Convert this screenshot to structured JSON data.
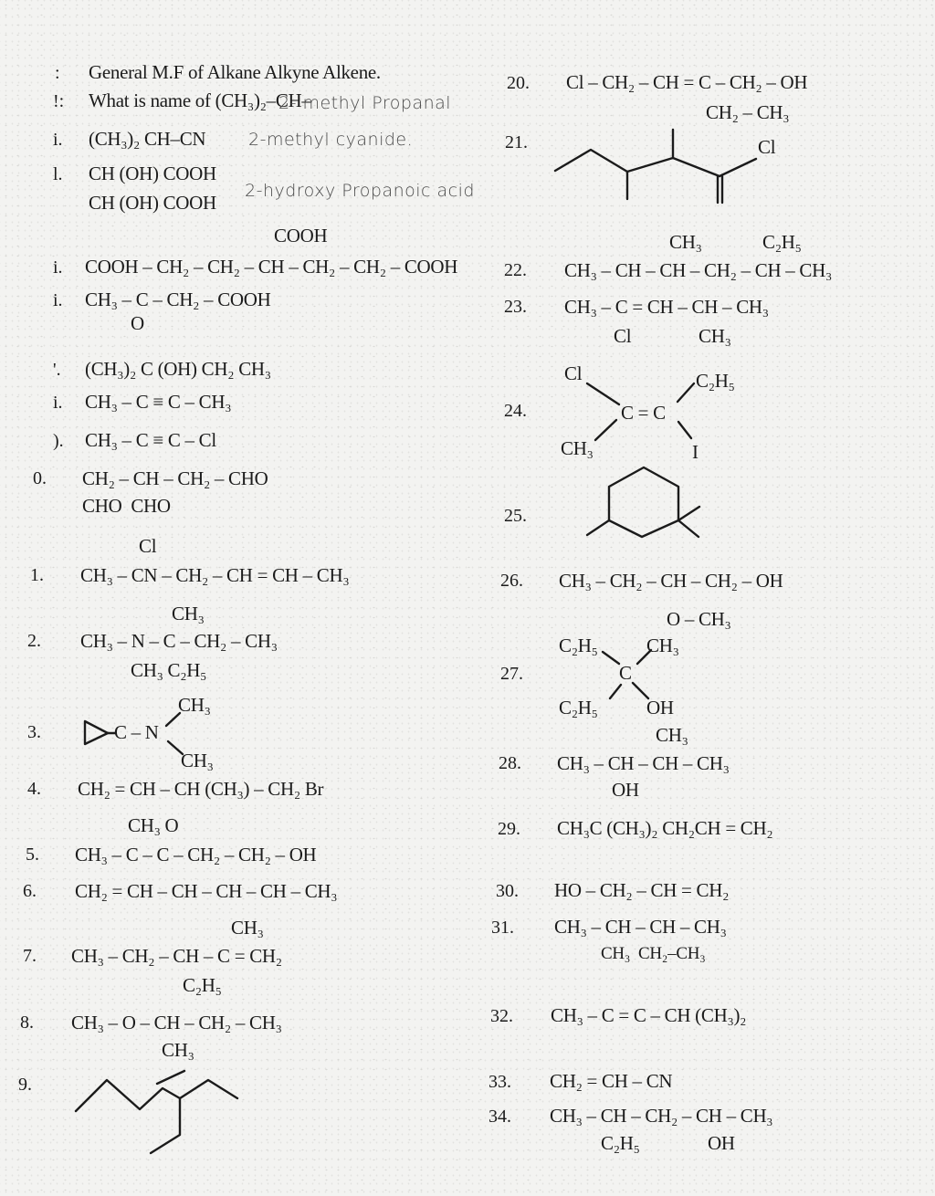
{
  "left": {
    "q_title": {
      "num": ":",
      "text": "General M.F of Alkane Alkyne Alkene."
    },
    "q_name": {
      "num": "!:",
      "text": "What is name of (CH₃)₂–CH–",
      "answer": "2- methyl Propanal"
    },
    "q_cn": {
      "num": "i.",
      "text": "(CH₃)₂ CH–CN",
      "answer": "2-methyl cyanide."
    },
    "q_acid": {
      "num": "l.",
      "line1": "CH (OH) COOH",
      "line2": "CH (OH) COOH",
      "answer": "2-hydroxy Propanoic acid"
    },
    "q_tricarb": {
      "num": "i.",
      "top": "COOH",
      "main": "COOH – CH₂ – CH₂ – CH – CH₂ – CH₂ – COOH"
    },
    "q_keto": {
      "num": "i.",
      "main": "CH₃ – C – CH₂ – COOH",
      "bottom": "O"
    },
    "q_alcohol": {
      "num": "'.",
      "main": "(CH₃)₂ C (OH) CH₂ CH₃"
    },
    "q_butyne": {
      "num": "i.",
      "main": "CH₃ – C ≡ C – CH₃"
    },
    "q_chloro": {
      "num": ").",
      "main": "CH₃ – C ≡ C – Cl"
    },
    "q10": {
      "num": "0.",
      "main": "CH₂ – CH – CH₂ – CHO",
      "bottom": "CHO  CHO"
    },
    "q11": {
      "num": "1.",
      "top": "Cl",
      "main": "CH₃ – CN – CH₂ – CH = CH – CH₃"
    },
    "q12": {
      "num": "2.",
      "top": "CH₃",
      "main": "CH₃ – N – C – CH₂ – CH₃",
      "bottom": "CH₃ C₂H₅"
    },
    "q13": {
      "num": "3.",
      "main": "C – N",
      "top": "CH₃",
      "bottom": "CH₃"
    },
    "q14": {
      "num": "4.",
      "main": "CH₂ = CH – CH (CH₃) – CH₂ Br"
    },
    "q15": {
      "num": "5.",
      "top": "CH₃ O",
      "main": "CH₃ – C – C – CH₂ – CH₂ – OH"
    },
    "q16": {
      "num": "6.",
      "main": "CH₂ = CH – CH – CH – CH – CH₃"
    },
    "q17": {
      "num": "7.",
      "top": "CH₃",
      "main": "CH₃ – CH₂ – CH – C = CH₂",
      "bottom": "C₂H₅"
    },
    "q18": {
      "num": "8.",
      "main": "CH₃ – O – CH – CH₂ – CH₃",
      "bottom": "CH₃"
    },
    "q19": {
      "num": "9."
    }
  },
  "right": {
    "q20": {
      "num": "20.",
      "main": "Cl – CH₂ – CH = C – CH₂ – OH",
      "bottom": "CH₂ – CH₃"
    },
    "q21": {
      "num": "21.",
      "label": "Cl"
    },
    "q22": {
      "num": "22.",
      "top1": "CH₃",
      "top2": "C₂H₅",
      "main": "CH₃ – CH – CH – CH₂ – CH – CH₃"
    },
    "q23": {
      "num": "23.",
      "main": "CH₃ – C = CH – CH – CH₃",
      "bottom1": "Cl",
      "bottom2": "CH₃"
    },
    "q24": {
      "num": "24.",
      "center": "C = C",
      "tl": "Cl",
      "tr": "C₂H₅",
      "bl": "CH₃",
      "br": "I"
    },
    "q25": {
      "num": "25."
    },
    "q26": {
      "num": "26.",
      "main": "CH₃ – CH₂ – CH – CH₂ – OH",
      "bottom": "O – CH₃"
    },
    "q27": {
      "num": "27.",
      "center": "C",
      "tl": "C₂H₅",
      "tr": "CH₃",
      "bl": "C₂H₅",
      "br": "OH"
    },
    "q28": {
      "num": "28.",
      "top": "CH₃",
      "main": "CH₃ – CH – CH – CH₃",
      "bottom": "OH"
    },
    "q29": {
      "num": "29.",
      "main": "CH₃C (CH₃)₂ CH₂CH = CH₂"
    },
    "q30": {
      "num": "30.",
      "main": "HO – CH₂ – CH = CH₂"
    },
    "q31": {
      "num": "31.",
      "main": "CH₃ – CH – CH – CH₃",
      "bottom": "CH₃  CH₂–CH₃"
    },
    "q32": {
      "num": "32.",
      "main": "CH₃ – C = C – CH (CH₃)₂"
    },
    "q33": {
      "num": "33.",
      "main": "CH₂ = CH – CN"
    },
    "q34": {
      "num": "34.",
      "main": "CH₃ – CH – CH₂ – CH – CH₃",
      "bottom1": "C₂H₅",
      "bottom2": "OH"
    }
  }
}
